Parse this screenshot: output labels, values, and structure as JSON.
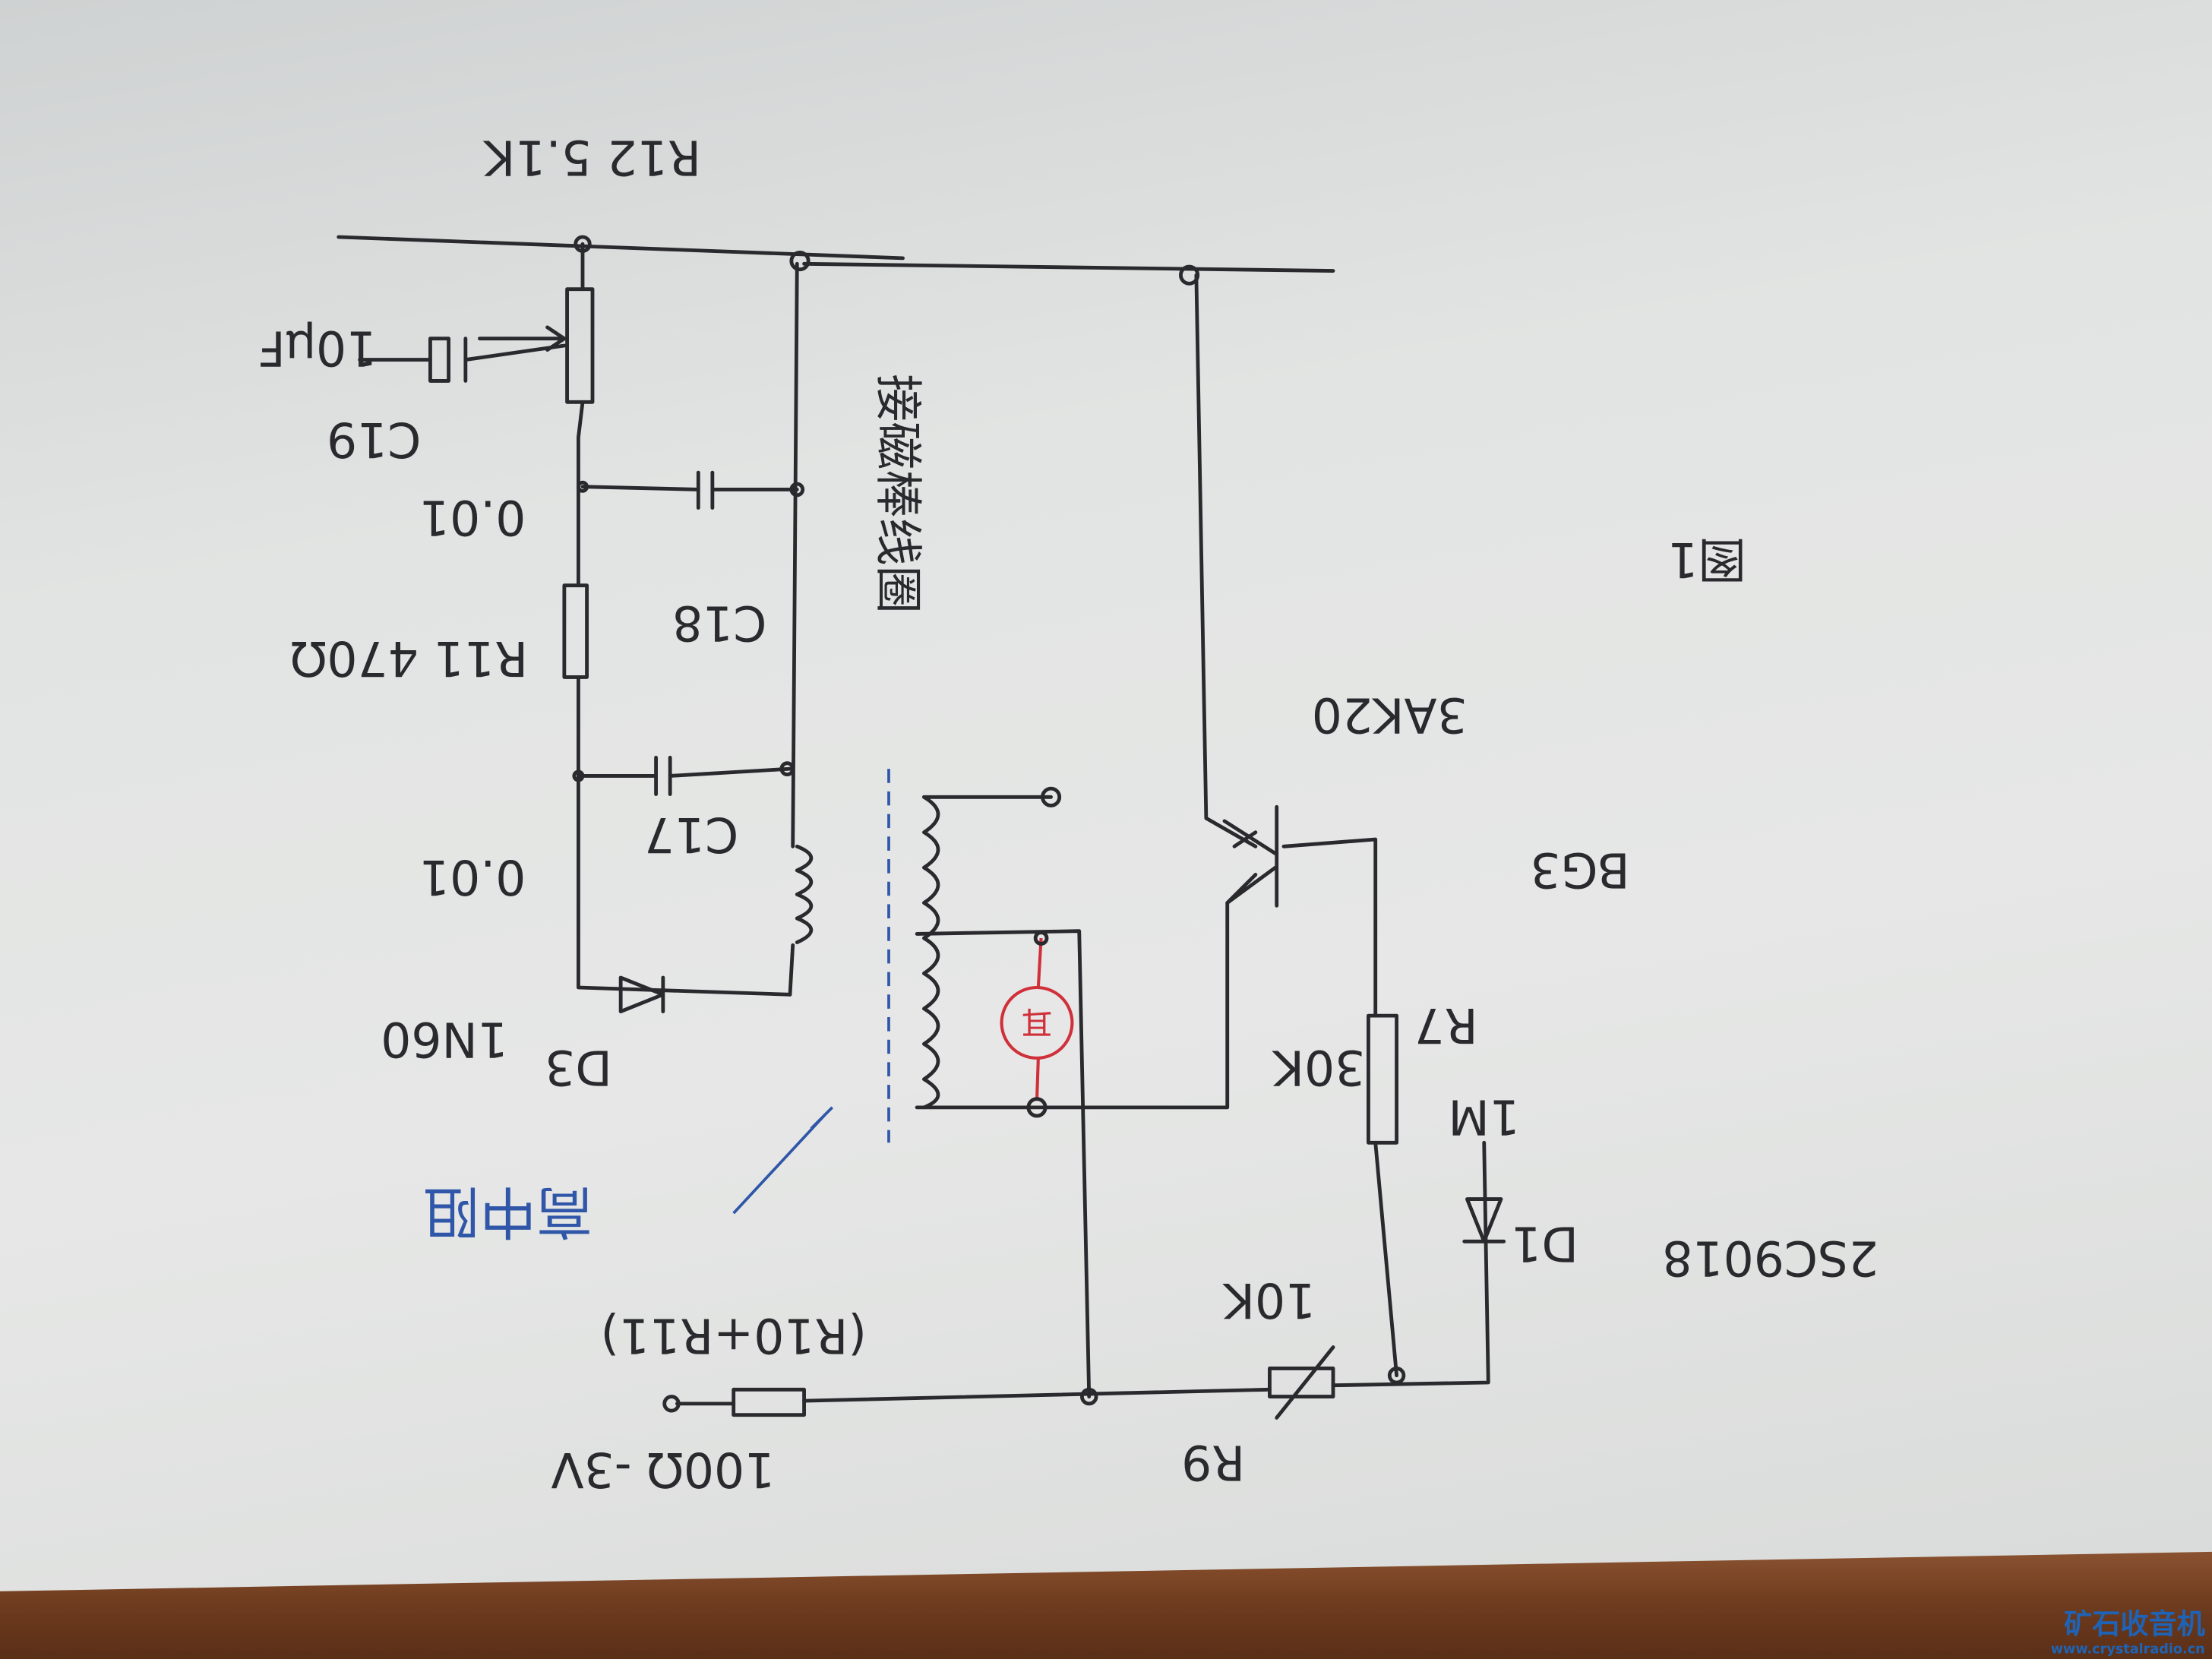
{
  "labels": {
    "r12": "R12 5.1K",
    "c19_value": "10μF",
    "c19": "C19",
    "c18_value": "0.01",
    "c18": "C18",
    "r11": "R11 470Ω",
    "c17": "C17",
    "c17_value": "0.01",
    "d3": "D3",
    "d3_value": "1N60",
    "coil_note": "接磁棒线圈",
    "earphone_note": "高中阻",
    "earphone_symbol": "耳",
    "r10_note": "(R10+R11)",
    "input": "100Ω -3V",
    "r9": "R9",
    "r9_value": "10K",
    "r7_value": "30K",
    "r7": "R7",
    "d1_value": "1M",
    "d1": "D1",
    "d1_part": "2SC9018",
    "bg3": "BG3",
    "bg3_part": "3AK20",
    "figure": "图1"
  },
  "watermark": {
    "title": "矿石收音机",
    "url": "www.crystalradio.cn"
  },
  "colors": {
    "ink": "#2a2a2e",
    "blue_ink": "#2f56a8",
    "red_ink": "#d0303a",
    "wood": "#7a4424"
  }
}
